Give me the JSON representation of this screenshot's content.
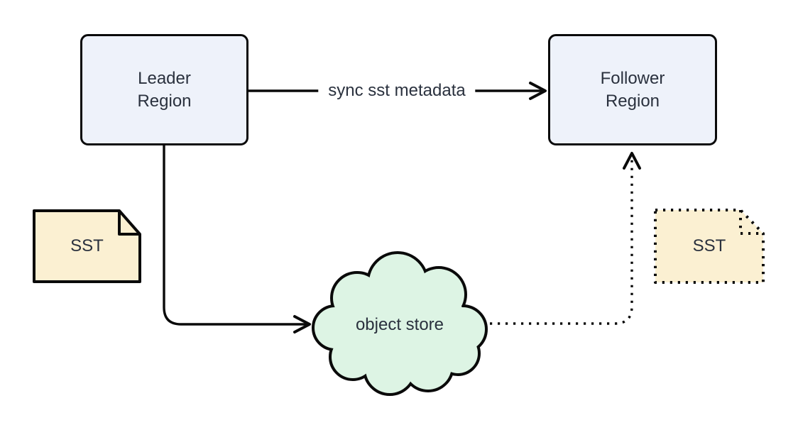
{
  "diagram": {
    "nodes": {
      "leader_region": {
        "label": "Leader Region",
        "shape": "rounded-rectangle",
        "fill": "#eef2fa",
        "border_style": "solid"
      },
      "follower_region": {
        "label": "Follower Region",
        "shape": "rounded-rectangle",
        "fill": "#eef2fa",
        "border_style": "solid"
      },
      "object_store": {
        "label": "object store",
        "shape": "cloud",
        "fill": "#ddf4e4",
        "border_style": "solid"
      },
      "sst_source": {
        "label": "SST",
        "shape": "document",
        "fill": "#fbf0d2",
        "border_style": "solid"
      },
      "sst_replica": {
        "label": "SST",
        "shape": "document",
        "fill": "#fbf0d2",
        "border_style": "dotted"
      }
    },
    "edges": {
      "sync_metadata": {
        "label": "sync sst metadata",
        "from": "leader_region",
        "to": "follower_region",
        "style": "solid",
        "arrowhead": "open-chevron"
      },
      "upload_sst": {
        "label": "",
        "from": "leader_region",
        "to": "object_store",
        "style": "solid",
        "arrowhead": "open-chevron"
      },
      "download_sst": {
        "label": "",
        "from": "object_store",
        "to": "follower_region",
        "style": "dotted",
        "arrowhead": "open-chevron"
      }
    },
    "colors": {
      "background": "#ffffff",
      "stroke": "#0a0a0a",
      "text": "#2a313e",
      "region_fill": "#eef2fa",
      "cloud_fill": "#ddf4e4",
      "document_fill": "#fbf0d2"
    }
  }
}
